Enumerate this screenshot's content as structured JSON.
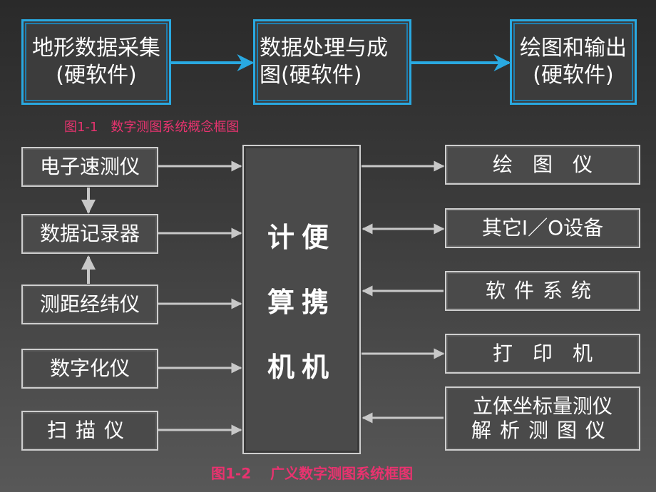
{
  "top_flow": {
    "nodes": [
      {
        "label": "地形数据采集(硬软件)"
      },
      {
        "label": "数据处理与成图(硬软件)"
      },
      {
        "label": "绘图和输出(硬软件)"
      }
    ],
    "caption": "图1-1　数字测图系统概念框图"
  },
  "diagram": {
    "center": {
      "lines": [
        "计便",
        "算携",
        "机机"
      ]
    },
    "inputs": [
      {
        "label": "电子速测仪"
      },
      {
        "label": "数据记录器"
      },
      {
        "label": "测距经纬仪"
      },
      {
        "label": "数字化仪"
      },
      {
        "label": "扫描仪"
      }
    ],
    "outputs": [
      {
        "label": "绘　图　仪",
        "direction": "out"
      },
      {
        "label": "其它I／O设备",
        "direction": "both"
      },
      {
        "label": "软件系统",
        "direction": "in"
      },
      {
        "label": "打　印　机",
        "direction": "out"
      },
      {
        "label": "立体坐标量测仪",
        "label2": "解析测图仪",
        "direction": "in"
      }
    ],
    "caption": "图1-2　 广义数字测图系统框图"
  },
  "colors": {
    "accent_blue": "#29a9e1",
    "arrow_gray": "#c8c8c8",
    "caption_pink": "#e8336f"
  }
}
